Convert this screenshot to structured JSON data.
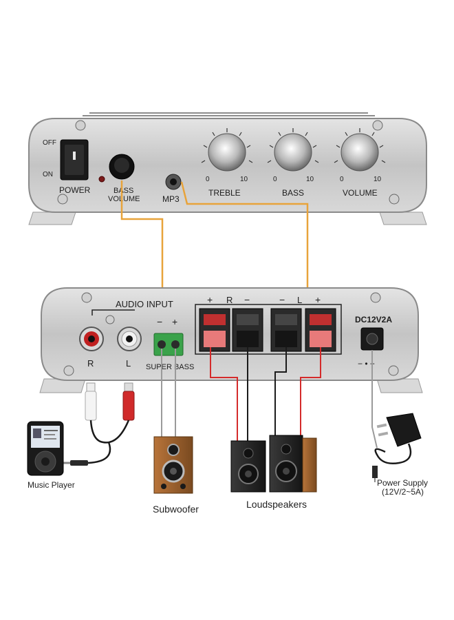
{
  "front_panel": {
    "switch_off": "OFF",
    "switch_on": "ON",
    "power": "POWER",
    "bass_volume_line1": "BASS",
    "bass_volume_line2": "VOLUME",
    "mp3": "MP3",
    "knobs": [
      {
        "name": "TREBLE",
        "min": "0",
        "max": "10"
      },
      {
        "name": "BASS",
        "min": "0",
        "max": "10"
      },
      {
        "name": "VOLUME",
        "min": "0",
        "max": "10"
      }
    ]
  },
  "rear_panel": {
    "audio_input": "AUDIO INPUT",
    "rca_right": "R",
    "rca_left": "L",
    "sub_terminal_minus": "−",
    "sub_terminal_plus": "+",
    "super_bass": "SUPER BASS",
    "speaker_plus_r": "+",
    "speaker_r": "R",
    "speaker_minus_r": "−",
    "speaker_minus_l": "−",
    "speaker_l": "L",
    "speaker_plus_l": "+",
    "dc_rating": "DC12V2A",
    "dc_polarity": "− • +"
  },
  "devices": {
    "music_player": "Music Player",
    "subwoofer": "Subwoofer",
    "loudspeakers": "Loudspeakers",
    "power_supply_line1": "Power Supply",
    "power_supply_line2": "(12V/2~5A)"
  },
  "colors": {
    "guide_line": "#e8a33a",
    "red_wire": "#d42a2a",
    "black_wire": "#1a1a1a",
    "gray_wire": "#9a9a9a",
    "panel": "#c9c9c9",
    "terminal_green": "#3aa24a"
  }
}
